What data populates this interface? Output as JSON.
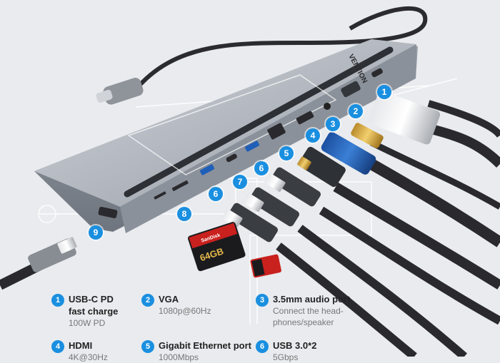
{
  "brand": "VENTION",
  "sd_card": {
    "capacity": "64GB",
    "brand": "SanDisk"
  },
  "colors": {
    "accent": "#1a8fe0",
    "hub": "#b9bec6",
    "cable": "#2a2a2e",
    "background": "#e9ebee"
  },
  "callouts": [
    {
      "n": "1"
    },
    {
      "n": "2"
    },
    {
      "n": "3"
    },
    {
      "n": "4"
    },
    {
      "n": "5"
    },
    {
      "n": "6"
    },
    {
      "n": "6"
    },
    {
      "n": "7"
    },
    {
      "n": "8"
    },
    {
      "n": "9"
    }
  ],
  "specs": [
    {
      "n": "1",
      "title": "USB-C PD",
      "title2": "fast charge",
      "sub": "100W PD",
      "sub2": ""
    },
    {
      "n": "2",
      "title": "VGA",
      "title2": "",
      "sub": "1080p@60Hz",
      "sub2": ""
    },
    {
      "n": "3",
      "title": "3.5mm audio port",
      "title2": "",
      "sub": "Connect the head-",
      "sub2": "phones/speaker"
    },
    {
      "n": "4",
      "title": "HDMI",
      "title2": "",
      "sub": "4K@30Hz",
      "sub2": ""
    },
    {
      "n": "5",
      "title": "Gigabit Ethernet port",
      "title2": "",
      "sub": "1000Mbps",
      "sub2": ""
    },
    {
      "n": "6",
      "title": "USB 3.0*2",
      "title2": "",
      "sub": "5Gbps",
      "sub2": ""
    }
  ]
}
